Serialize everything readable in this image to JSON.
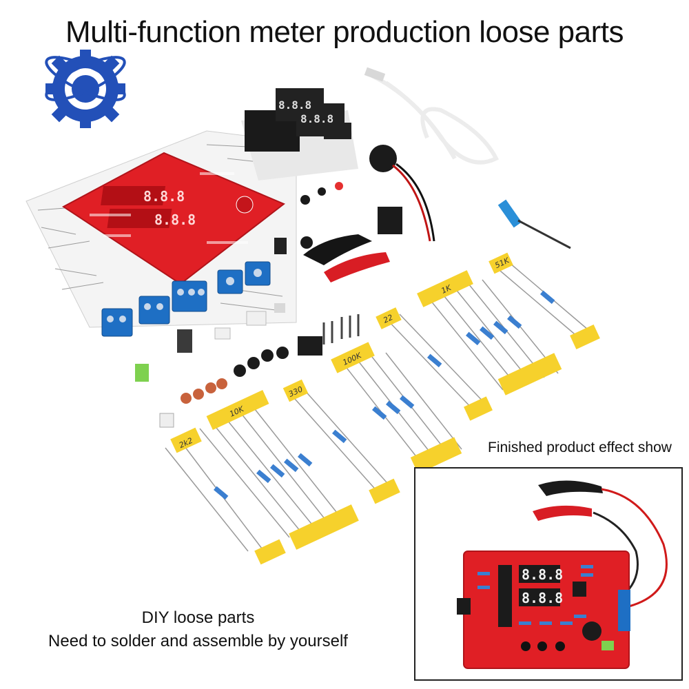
{
  "title": "Multi-function meter production loose parts",
  "captions": {
    "finished": "Finished product effect show",
    "diy_line1": "DIY loose parts",
    "diy_line2": "Need to solder and assemble by yourself"
  },
  "resistor_labels": [
    "1K",
    "10K",
    "100K",
    "2k2",
    "330",
    "22",
    "51K"
  ],
  "display_digits": "8.8.8",
  "colors": {
    "pcb_red": "#e01f25",
    "terminal_blue": "#1e6fc4",
    "tape_yellow": "#f6d12c",
    "logo_blue": "#2350b8"
  },
  "icons": [
    "gear-logo-icon"
  ]
}
